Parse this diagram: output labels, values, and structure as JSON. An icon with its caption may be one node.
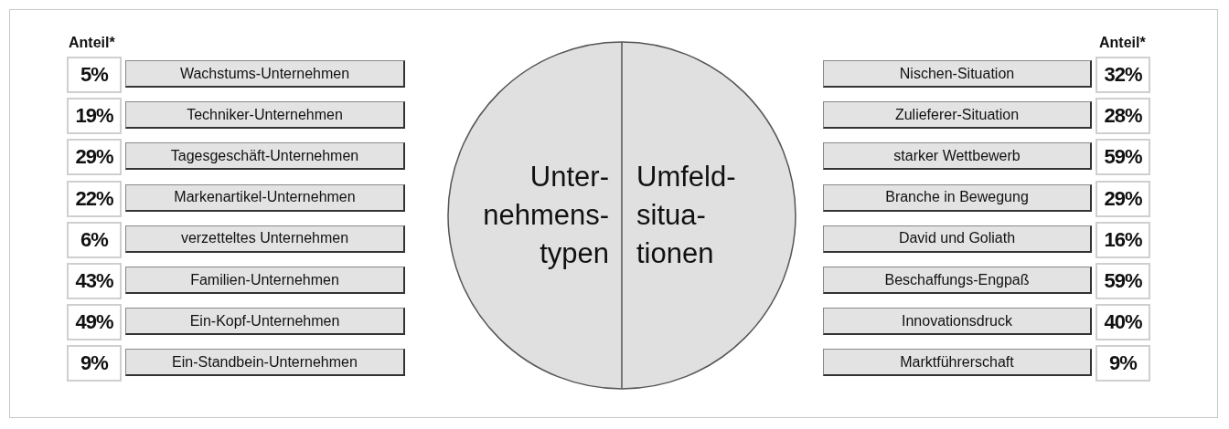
{
  "diagram": {
    "nodes": [
      {
        "text": [
          "Unter- nehmens- typen",
          "Umfeld- situa- tionen"
        ]
      },
      {
        "text": [
          "5%"
        ]
      },
      {
        "text": [
          "Wachstums-Unternehmen"
        ]
      },
      {
        "text": [
          "Nischen-Situation"
        ]
      },
      {
        "text": [
          "32%"
        ]
      },
      {
        "text": [
          "19%"
        ]
      },
      {
        "text": [
          "Techniker-Unternehmen"
        ]
      },
      {
        "text": [
          "Zulieferer-Situation"
        ]
      },
      {
        "text": [
          "28%"
        ]
      },
      {
        "text": [
          "29%"
        ]
      },
      {
        "text": [
          "Tagesgeschäft-Unternehmen"
        ]
      },
      {
        "text": [
          "starker Wettbewerb"
        ]
      },
      {
        "text": [
          "59%"
        ]
      },
      {
        "text": [
          "22%"
        ]
      },
      {
        "text": [
          "Markenartikel-Unternehmen"
        ]
      },
      {
        "text": [
          "Branche in Bewegung"
        ]
      },
      {
        "text": [
          "29%"
        ]
      },
      {
        "text": [
          "6%"
        ]
      },
      {
        "text": [
          "verzetteltes Unternehmen"
        ]
      },
      {
        "text": [
          "David und Goliath"
        ]
      },
      {
        "text": [
          "16%"
        ]
      },
      {
        "text": [
          "43%"
        ]
      },
      {
        "text": [
          "Familien-Unternehmen"
        ]
      },
      {
        "text": [
          "Beschaffungs-Engpaß"
        ]
      },
      {
        "text": [
          "59%"
        ]
      },
      {
        "text": [
          "49%"
        ]
      },
      {
        "text": [
          "Ein-Kopf-Unternehmen"
        ]
      },
      {
        "text": [
          "Innovationsdruck"
        ]
      },
      {
        "text": [
          "40%"
        ]
      },
      {
        "text": [
          "9%"
        ]
      },
      {
        "text": [
          "Ein-Standbein-Unternehmen"
        ]
      },
      {
        "text": [
          "Marktführerschaft"
        ]
      },
      {
        "text": [
          "9%"
        ]
      }
    ],
    "edges": [],
    "labels": [
      "Anteil*",
      "Anteil*"
    ]
  }
}
